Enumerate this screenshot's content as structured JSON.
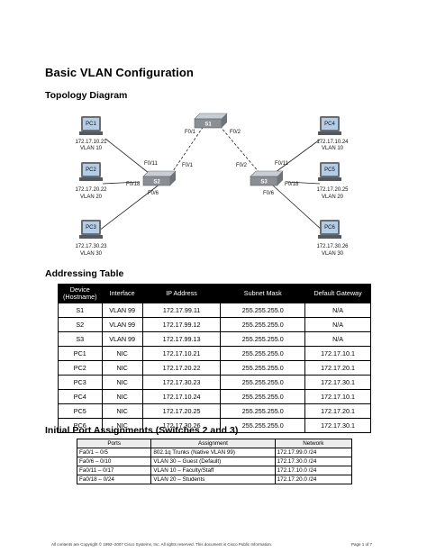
{
  "title": "Basic VLAN Configuration",
  "topology": {
    "heading": "Topology Diagram",
    "switches": {
      "s1": "S1",
      "s2": "S2",
      "s3": "S3"
    },
    "pcs": {
      "pc1": {
        "name": "PC1",
        "ip": "172.17.10.21",
        "vlan": "VLAN 10"
      },
      "pc2": {
        "name": "PC2",
        "ip": "172.17.20.22",
        "vlan": "VLAN 20"
      },
      "pc3": {
        "name": "PC3",
        "ip": "172.17.30.23",
        "vlan": "VLAN 30"
      },
      "pc4": {
        "name": "PC4",
        "ip": "172.17.10.24",
        "vlan": "VLAN 10"
      },
      "pc5": {
        "name": "PC5",
        "ip": "172.17.20.25",
        "vlan": "VLAN 20"
      },
      "pc6": {
        "name": "PC6",
        "ip": "172.17.30.26",
        "vlan": "VLAN 30"
      }
    },
    "ports": {
      "s1_left": "F0/1",
      "s1_right": "F0/2",
      "s2_f011": "F0/11",
      "s2_f01": "F0/1",
      "s2_f018": "F0/18",
      "s2_f06": "F0/6",
      "s3_f02": "F0/2",
      "s3_f011": "F0/11",
      "s3_f018": "F0/18",
      "s3_f06": "F0/6"
    },
    "colors": {
      "pc_body": "#6a6d72",
      "pc_screen": "#b4cde6",
      "switch_body": "#8a8f96",
      "switch_top": "#c9ced4",
      "link": "#222222"
    }
  },
  "addressing": {
    "heading": "Addressing Table",
    "headers": [
      "Device\n(Hostname)",
      "Interface",
      "IP Address",
      "Subnet Mask",
      "Default Gateway"
    ],
    "rows": [
      [
        "S1",
        "VLAN 99",
        "172.17.99.11",
        "255.255.255.0",
        "N/A"
      ],
      [
        "S2",
        "VLAN 99",
        "172.17.99.12",
        "255.255.255.0",
        "N/A"
      ],
      [
        "S3",
        "VLAN 99",
        "172.17.99.13",
        "255.255.255.0",
        "N/A"
      ],
      [
        "PC1",
        "NIC",
        "172.17.10.21",
        "255.255.255.0",
        "172.17.10.1"
      ],
      [
        "PC2",
        "NIC",
        "172.17.20.22",
        "255.255.255.0",
        "172.17.20.1"
      ],
      [
        "PC3",
        "NIC",
        "172.17.30.23",
        "255.255.255.0",
        "172.17.30.1"
      ],
      [
        "PC4",
        "NIC",
        "172.17.10.24",
        "255.255.255.0",
        "172.17.10.1"
      ],
      [
        "PC5",
        "NIC",
        "172.17.20.25",
        "255.255.255.0",
        "172.17.20.1"
      ],
      [
        "PC6",
        "NIC",
        "172.17.30.26",
        "255.255.255.0",
        "172.17.30.1"
      ]
    ]
  },
  "port_assignments": {
    "heading": "Initial Port Assignments (Switches 2 and 3)",
    "headers": [
      "Ports",
      "Assignment",
      "Network"
    ],
    "rows": [
      [
        "Fa0/1 – 0/5",
        "802.1q Trunks (Native VLAN 99)",
        "172.17.99.0 /24"
      ],
      [
        "Fa0/6 – 0/10",
        "VLAN 30 – Guest (Default)",
        "172.17.30.0 /24"
      ],
      [
        "Fa0/11 – 0/17",
        "VLAN 10 – Faculty/Staff",
        "172.17.10.0 /24"
      ],
      [
        "Fa0/18 – 0/24",
        "VLAN 20 – Students",
        "172.17.20.0 /24"
      ]
    ]
  },
  "footer": {
    "left": "All contents are Copyright © 1992–2007 Cisco Systems, Inc. All rights reserved. This document is Cisco Public Information.",
    "right": "Page 1 of 7"
  }
}
